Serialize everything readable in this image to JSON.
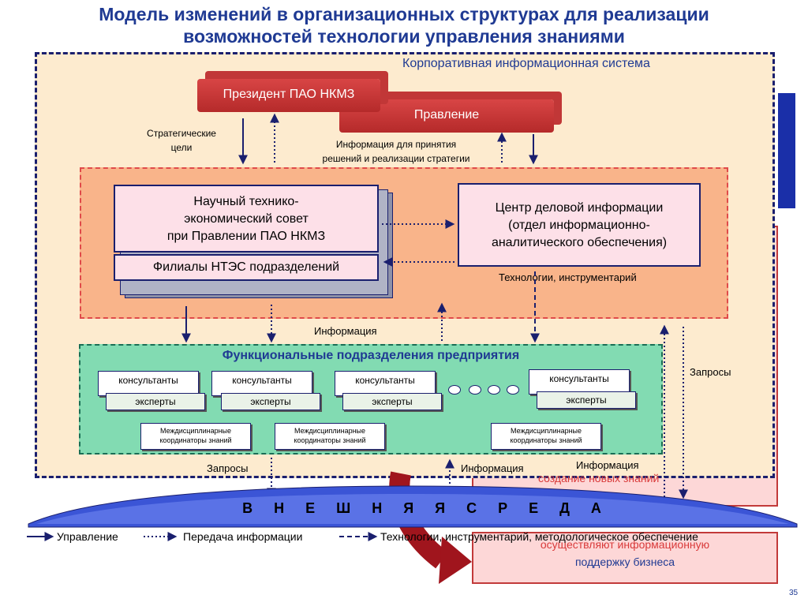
{
  "title": {
    "line1": "Модель изменений в организационных структурах для реализации",
    "line2": "возможностей технологии управления знаниями"
  },
  "corp_label": "Корпоративная информационная система",
  "president": "Президент ПАО НКМЗ",
  "board": "Правление",
  "strategic_goals": {
    "line1": "Стратегические",
    "line2": "цели"
  },
  "info_decisions": {
    "line1": "Информация для принятия",
    "line2": "решений и реализации стратегии"
  },
  "council": {
    "line1": "Научный технико-",
    "line2": "экономический совет",
    "line3": "при Правлении ПАО НКМЗ"
  },
  "branches": "Филиалы НТЭС подразделений",
  "center": {
    "line1": "Центр деловой информации",
    "line2": "(отдел информационно-",
    "line3": "аналитического обеспечения)"
  },
  "tech_tools": "Технологии, инструментарий",
  "information_mid": "Информация",
  "functional_title": "Функциональные подразделения предприятия",
  "consultants": "консультанты",
  "experts": "эксперты",
  "coord": {
    "line1": "Междисциплинарные",
    "line2": "координаторы знаний"
  },
  "requests_right": "Запросы",
  "requests_bottom": "Запросы",
  "info_bottom1": "Информация",
  "info_bottom2": "Информация",
  "back_text_1": "создание новых знаний",
  "back_text_2": {
    "line1": "осуществляют информационную",
    "line2": "поддержку бизнеса"
  },
  "external": "В Н Е Ш Н Я Я   С Р Е Д А",
  "legend": {
    "control": "Управление",
    "transfer": "Передача информации",
    "tech": "Технологии, инструментарий, методологическое обеспечение"
  },
  "page_number": "35",
  "colors": {
    "navy": "#1a1f6e",
    "red": "#c23a3a",
    "green": "#82dbb2",
    "orange": "#f9b48a",
    "cream": "#fdebcf"
  }
}
